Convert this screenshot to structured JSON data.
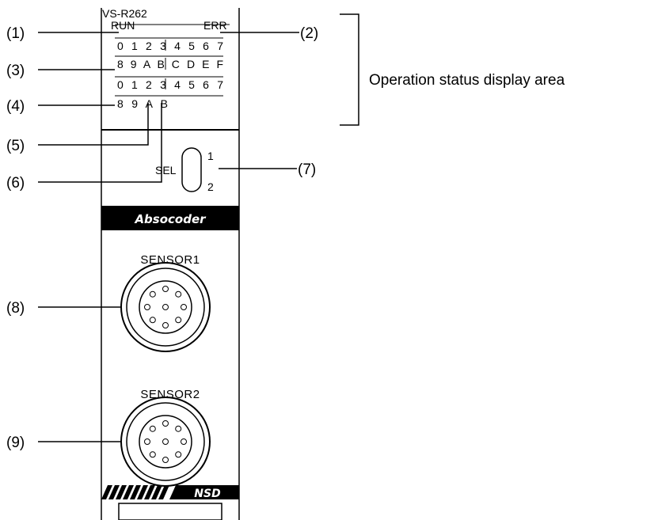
{
  "module": {
    "model": "VS-R262",
    "run_label": "RUN",
    "err_label": "ERR",
    "led_row1": "0 1 2 3 4 5 6 7",
    "led_row2": "8 9 A B C D E F",
    "led_row3": "0 1 2 3 4 5 6 7",
    "led_row4": "8 9 A B",
    "sel_label": "SEL",
    "sel_pos1": "1",
    "sel_pos2": "2",
    "brand_logo": "Absocoder",
    "sensor1_label": "SENSOR1",
    "sensor2_label": "SENSOR2",
    "maker_logo": "NSD"
  },
  "callouts": [
    "(1)",
    "(2)",
    "(3)",
    "(4)",
    "(5)",
    "(6)",
    "(7)",
    "(8)",
    "(9)"
  ],
  "area_label": "Operation status display area"
}
